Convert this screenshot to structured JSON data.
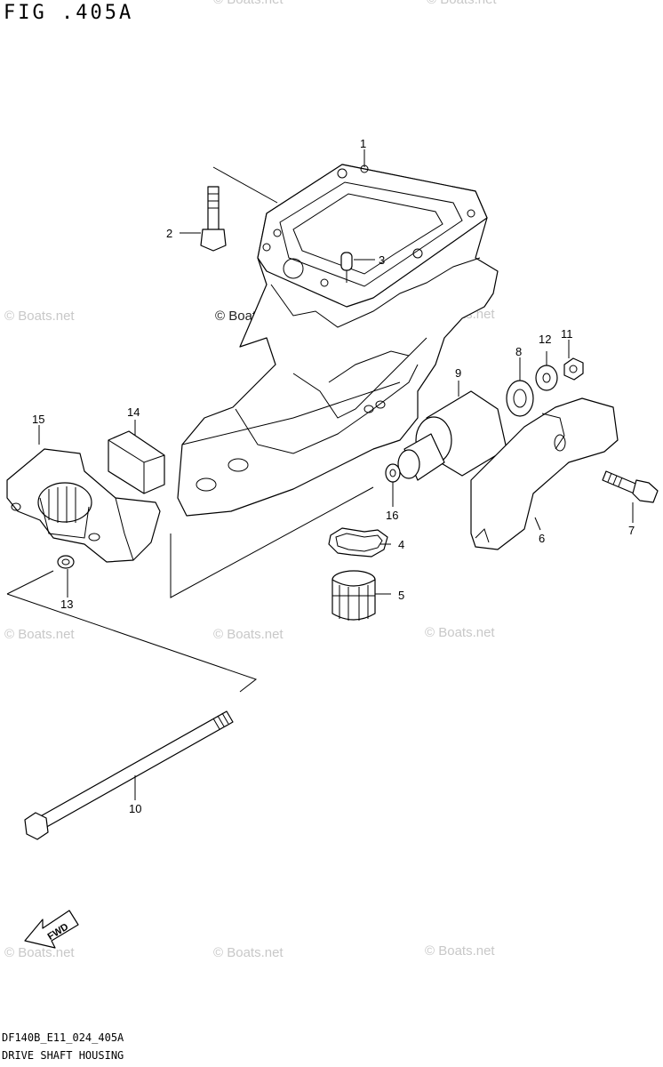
{
  "figure_title": "FIG .405A",
  "drawing_code": "DF140B_E11_024_405A",
  "drawing_name": "DRIVE SHAFT HOUSING",
  "direction_label": "FWD",
  "watermark_text": "© Boats.net",
  "callouts": [
    "1",
    "2",
    "3",
    "4",
    "5",
    "6",
    "7",
    "8",
    "9",
    "10",
    "11",
    "12",
    "13",
    "14",
    "15",
    "16"
  ],
  "colors": {
    "line": "#000000",
    "watermark": "#c8c8c8",
    "background": "#ffffff"
  }
}
